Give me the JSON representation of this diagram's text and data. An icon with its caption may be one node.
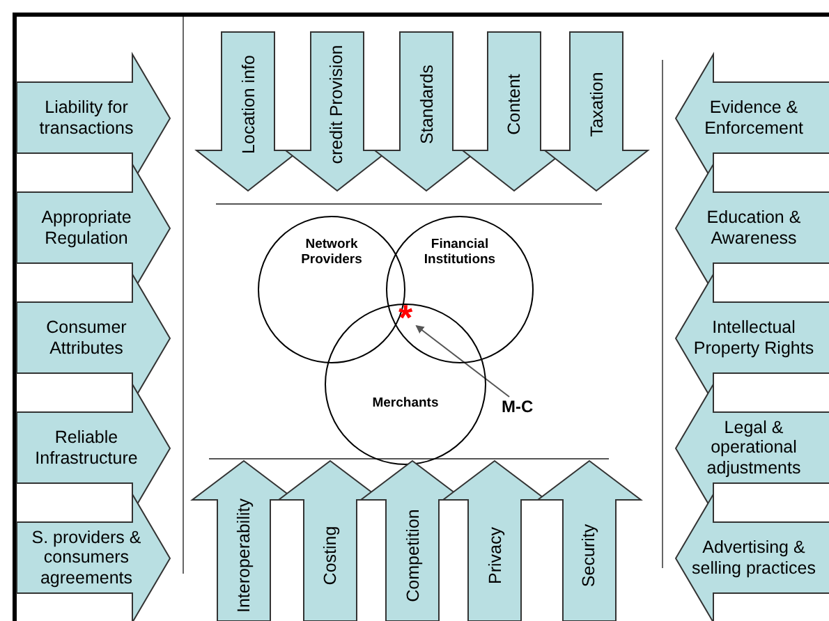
{
  "diagram": {
    "nodes": [
      {
        "text": [
          "Liability for transactions"
        ]
      },
      {
        "text": [
          "Appropriate Regulation"
        ]
      },
      {
        "text": [
          "Consumer Attributes"
        ]
      },
      {
        "text": [
          "Reliable Infrastructure"
        ]
      },
      {
        "text": [
          "S. providers & consumers agreements"
        ]
      },
      {
        "text": [
          "Location info"
        ]
      },
      {
        "text": [
          "credit Provision"
        ]
      },
      {
        "text": [
          "Standards"
        ]
      },
      {
        "text": [
          "Content"
        ]
      },
      {
        "text": [
          "Taxation"
        ]
      },
      {
        "text": [
          "Network Providers"
        ]
      },
      {
        "text": [
          "Financial Institutions"
        ]
      },
      {
        "text": [
          "Merchants"
        ]
      },
      {
        "text": [
          "*"
        ]
      },
      {
        "text": [
          "M-C"
        ]
      },
      {
        "text": [
          "Interoperability"
        ]
      },
      {
        "text": [
          "Costing"
        ]
      },
      {
        "text": [
          "Competition"
        ]
      },
      {
        "text": [
          "Privacy"
        ]
      },
      {
        "text": [
          "Security"
        ]
      },
      {
        "text": [
          "Evidence & Enforcement"
        ]
      },
      {
        "text": [
          "Education & Awareness"
        ]
      },
      {
        "text": [
          "Intellectual Property Rights"
        ]
      },
      {
        "text": [
          "Legal & operational adjustments"
        ]
      },
      {
        "text": [
          "Advertising & selling practices"
        ]
      }
    ],
    "edges": [
      {
        "from": 14,
        "to": 13,
        "arrow": "to"
      }
    ]
  }
}
